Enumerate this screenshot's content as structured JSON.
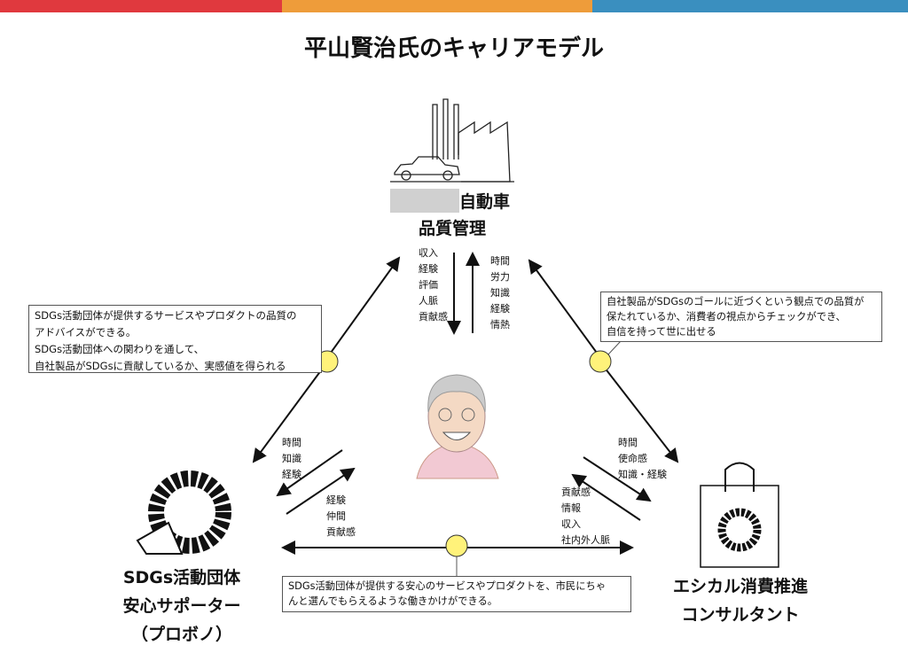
{
  "title": "平山賢治氏のキャリアモデル",
  "colors": {
    "bar_red": "#e0393e",
    "bar_orange": "#ee9c3a",
    "bar_blue": "#3a8fbf",
    "circle": "#fff27a"
  },
  "top_node": {
    "line1": "自動車",
    "line2": "品質管理",
    "to_person": [
      "収入",
      "経験",
      "評価",
      "人脈",
      "貢献感"
    ],
    "from_person": [
      "時間",
      "労力",
      "知識",
      "経験",
      "情熱"
    ]
  },
  "left_node": {
    "line1": "SDGs活動団体",
    "line2": "安心サポーター",
    "line3": "（プロボノ）",
    "from_person": [
      "時間",
      "知識",
      "経験"
    ],
    "to_person": [
      "経験",
      "仲間",
      "貢献感"
    ]
  },
  "right_node": {
    "line1": "エシカル消費推進",
    "line2": "コンサルタント",
    "from_person": [
      "時間",
      "使命感",
      "知識・経験"
    ],
    "to_person": [
      "貢献感",
      "情報",
      "収入",
      "社内外人脈"
    ]
  },
  "callouts": {
    "left": [
      "SDGs活動団体が提供するサービスやプロダクトの品質の",
      "アドバイスができる。",
      "SDGs活動団体への関わりを通して、",
      "自社製品がSDGsに貢献しているか、実感値を得られる"
    ],
    "right": [
      "自社製品がSDGsのゴールに近づくという観点での品質が",
      "保たれているか、消費者の視点からチェックができ、",
      "自信を持って世に出せる"
    ],
    "bottom": [
      "SDGs活動団体が提供する安心のサービスやプロダクトを、市民にちゃ",
      "んと選んでもらえるような働きかけができる。"
    ]
  }
}
